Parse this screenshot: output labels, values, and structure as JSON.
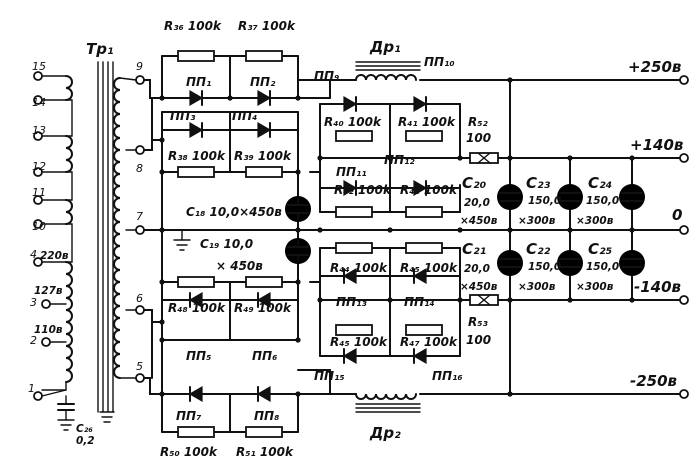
{
  "transformer": {
    "label": "Тр₁"
  },
  "primary_pins": [
    "15",
    "14",
    "13",
    "12",
    "11",
    "10",
    "4",
    "3",
    "2",
    "1"
  ],
  "primary_taps": {
    "tap_220": "220в",
    "tap_127": "127в",
    "tap_110": "110в"
  },
  "secondary_pins": [
    "9",
    "8",
    "7",
    "6",
    "5"
  ],
  "capacitor_c26": {
    "name": "C₂₆",
    "value": "0,2"
  },
  "chokes": {
    "dr1": "Др₁",
    "dr2": "Др₂"
  },
  "outputs": {
    "plus250": "+250в",
    "plus140": "+140в",
    "zero": "0",
    "minus140": "-140в",
    "minus250": "-250в"
  },
  "resistors": {
    "r36": "R₃₆ 100k",
    "r37": "R₃₇ 100k",
    "r38": "R₃₈ 100k",
    "r39": "R₃₉ 100k",
    "r40": "R₄₀ 100k",
    "r41": "R₄₁ 100k",
    "r42": "R₄₂ 100k",
    "r43": "R₄₃ 100k",
    "r44": "R₄₄ 100k",
    "r45a": "R₄₅ 100k",
    "r45b": "R₄₅ 100k",
    "r47": "R₄₇ 100k",
    "r48": "R₄₈ 100k",
    "r49": "R₄₉ 100k",
    "r50": "R₅₀ 100k",
    "r51": "R₅₁ 100k",
    "r52_name": "R₅₂",
    "r52_value": "100",
    "r53_name": "R₅₃",
    "r53_value": "100"
  },
  "diodes": {
    "pp1": "ПП₁",
    "pp2": "ПП₂",
    "pp3": "ПП₃",
    "pp4": "ПП₄",
    "pp5": "ПП₅",
    "pp6": "ПП₆",
    "pp7": "ПП₇",
    "pp8": "ПП₈",
    "pp9": "ПП₉",
    "pp10": "ПП₁₀",
    "pp11": "ПП₁₁",
    "pp12": "ПП₁₂",
    "pp13": "ПП₁₃",
    "pp14": "ПП₁₄",
    "pp15": "ПП₁₅",
    "pp16": "ПП₁₆"
  },
  "capacitors": {
    "c18": "C₁₈ 10,0×450в",
    "c19_name": "C₁₉ 10,0",
    "c19_voltage": "× 450в",
    "c20_name": "C₂₀",
    "c20_value": "20,0",
    "c20_voltage": "×450в",
    "c21_name": "C₂₁",
    "c21_value": "20,0",
    "c21_voltage": "×450в",
    "c22_name": "C₂₂",
    "c22_value": "150,0",
    "c22_voltage": "×300в",
    "c23_name": "C₂₃",
    "c23_value": "150,0",
    "c23_voltage": "×300в",
    "c24_name": "C₂₄",
    "c24_value": "150,0",
    "c24_voltage": "×300в",
    "c25_name": "C₂₅",
    "c25_value": "150,0",
    "c25_voltage": "×300в"
  }
}
